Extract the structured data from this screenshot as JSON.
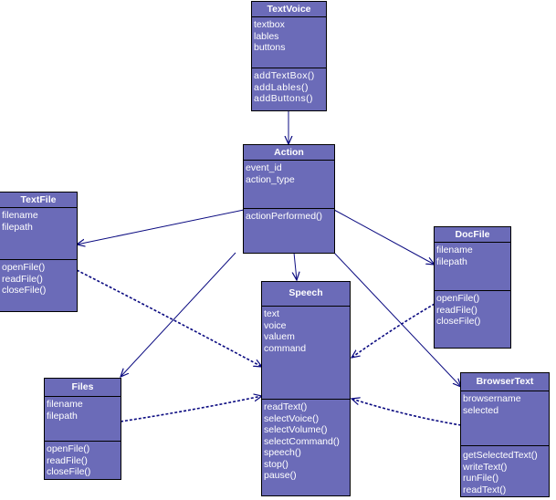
{
  "classes": {
    "textvoice": {
      "name": "TextVoice",
      "attributes": [
        "textbox",
        "lables",
        "buttons"
      ],
      "operations": [
        "addTextBox()",
        "addLables()",
        "addButtons()"
      ]
    },
    "action": {
      "name": "Action",
      "attributes": [
        "event_id",
        "action_type"
      ],
      "operations": [
        "actionPerformed()"
      ]
    },
    "textfile": {
      "name": "TextFile",
      "attributes": [
        "filename",
        "filepath"
      ],
      "operations": [
        "openFile()",
        "readFile()",
        "closeFile()"
      ]
    },
    "docfile": {
      "name": "DocFile",
      "attributes": [
        "filename",
        "filepath"
      ],
      "operations": [
        "openFile()",
        "readFile()",
        "closeFile()"
      ]
    },
    "speech": {
      "name": "Speech",
      "attributes": [
        "text",
        "voice",
        "valuem",
        "command"
      ],
      "operations": [
        "readText()",
        "selectVoice()",
        "selectVolume()",
        "selectCommand()",
        "speech()",
        "stop()",
        "pause()"
      ]
    },
    "files": {
      "name": "Files",
      "attributes": [
        "filename",
        "filepath"
      ],
      "operations": [
        "openFile()",
        "readFile()",
        "closeFile()"
      ]
    },
    "browsertext": {
      "name": "BrowserText",
      "attributes": [
        "browsername",
        "selected"
      ],
      "operations": [
        "getSelectedText()",
        "writeText()",
        "runFile()",
        "readText()"
      ]
    }
  },
  "colors": {
    "class_fill": "#6b6bb8",
    "edge": "#0a0a80"
  }
}
